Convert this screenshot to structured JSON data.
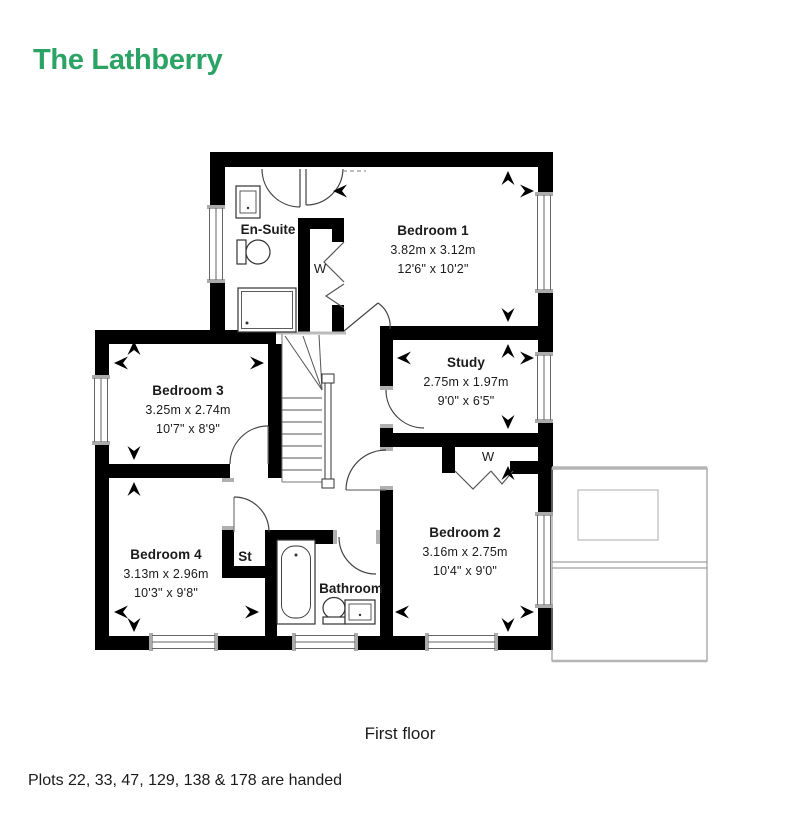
{
  "title": "The Lathberry",
  "floor_label": "First floor",
  "footnote": "Plots 22, 33, 47, 129, 138 & 178 are handed",
  "colors": {
    "accent_green": "#2aa365",
    "wall_black": "#000000",
    "garage_outline_gray": "#9a9a9a"
  },
  "rooms": {
    "bedroom1": {
      "name": "Bedroom 1",
      "metric": "3.82m x 3.12m",
      "imperial": "12'6\" x 10'2\""
    },
    "study": {
      "name": "Study",
      "metric": "2.75m x 1.97m",
      "imperial": "9'0\" x 6'5\""
    },
    "bedroom2": {
      "name": "Bedroom 2",
      "metric": "3.16m x 2.75m",
      "imperial": "10'4\" x 9'0\""
    },
    "bedroom3": {
      "name": "Bedroom 3",
      "metric": "3.25m x 2.74m",
      "imperial": "10'7\" x 8'9\""
    },
    "bedroom4": {
      "name": "Bedroom 4",
      "metric": "3.13m x 2.96m",
      "imperial": "10'3\" x 9'8\""
    },
    "ensuite": {
      "name": "En-Suite"
    },
    "bathroom": {
      "name": "Bathroom"
    },
    "store": {
      "name": "St"
    },
    "wardrobe_top": {
      "name": "W"
    },
    "wardrobe_bed2": {
      "name": "W"
    }
  }
}
